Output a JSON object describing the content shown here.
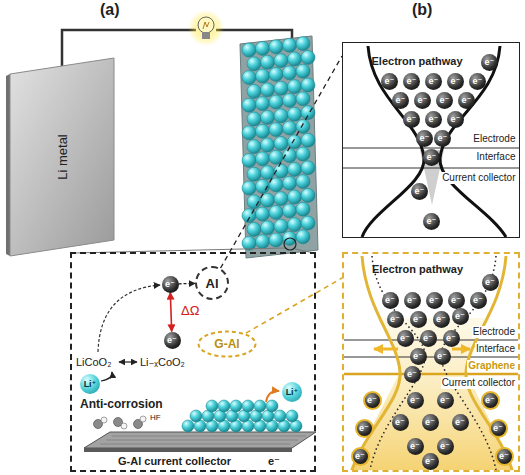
{
  "diagram": {
    "nodes": [
      {
        "text": [
          "Li metal"
        ]
      },
      {
        "text": [
          "LiCoO₂",
          "Li₋ₓCoO₂",
          "Anti-corrosion",
          "HF",
          "G-Al current collector",
          "e⁻"
        ]
      },
      {
        "text": [
          "e⁻"
        ],
        "in": 1
      },
      {
        "text": [
          "Al"
        ],
        "in": 1
      },
      {
        "text": [
          "e⁻"
        ],
        "in": 1
      },
      {
        "text": [
          "G-Al"
        ],
        "in": 1
      },
      {
        "text": [
          "Li⁺"
        ],
        "in": 1
      },
      {
        "text": [
          "Li⁺"
        ],
        "in": 1
      },
      {
        "text": [
          "Electron pathway",
          "Electrode",
          "Interface",
          "Current collector"
        ]
      },
      {
        "text": [
          "e⁻"
        ],
        "in": 8
      },
      {
        "text": [
          "e⁻"
        ],
        "in": 8
      },
      {
        "text": [
          "e⁻"
        ],
        "in": 8
      },
      {
        "text": [
          "e⁻"
        ],
        "in": 8
      },
      {
        "text": [
          "e⁻"
        ],
        "in": 8
      },
      {
        "text": [
          "e⁻"
        ],
        "in": 8
      },
      {
        "text": [
          "e⁻"
        ],
        "in": 8
      },
      {
        "text": [
          "e⁻"
        ],
        "in": 8
      },
      {
        "text": [
          "e⁻"
        ],
        "in": 8
      },
      {
        "text": [
          "e⁻"
        ],
        "in": 8
      },
      {
        "text": [
          "e⁻"
        ],
        "in": 8
      },
      {
        "text": [
          "e⁻"
        ],
        "in": 8
      },
      {
        "text": [
          "e⁻"
        ],
        "in": 8
      },
      {
        "text": [
          "e⁻"
        ],
        "in": 8
      },
      {
        "text": [
          "e⁻"
        ],
        "in": 8
      },
      {
        "text": [
          "e⁻"
        ],
        "in": 8
      },
      {
        "text": [
          "e⁻"
        ],
        "in": 8
      },
      {
        "text": [
          "e⁻"
        ],
        "in": 8
      },
      {
        "text": [
          "Electron pathway",
          "Electrode",
          "Interface",
          "Graphene",
          "Current collector"
        ]
      },
      {
        "text": [
          "e⁻"
        ],
        "in": 27
      },
      {
        "text": [
          "e⁻"
        ],
        "in": 27
      },
      {
        "text": [
          "e⁻"
        ],
        "in": 27
      },
      {
        "text": [
          "e⁻"
        ],
        "in": 27
      },
      {
        "text": [
          "e⁻"
        ],
        "in": 27
      },
      {
        "text": [
          "e⁻"
        ],
        "in": 27
      },
      {
        "text": [
          "e⁻"
        ],
        "in": 27
      },
      {
        "text": [
          "e⁻"
        ],
        "in": 27
      },
      {
        "text": [
          "e⁻"
        ],
        "in": 27
      },
      {
        "text": [
          "e⁻"
        ],
        "in": 27
      },
      {
        "text": [
          "e⁻"
        ],
        "in": 27
      },
      {
        "text": [
          "e⁻"
        ],
        "in": 27
      },
      {
        "text": [
          "e⁻"
        ],
        "in": 27
      },
      {
        "text": [
          "e⁻"
        ],
        "in": 27
      },
      {
        "text": [
          "e⁻"
        ],
        "in": 27
      },
      {
        "text": [
          "e⁻"
        ],
        "in": 27
      },
      {
        "text": [
          "e⁻"
        ],
        "in": 27
      },
      {
        "text": [
          "e⁻"
        ],
        "in": 27
      },
      {
        "text": [
          "e⁻"
        ],
        "in": 27
      },
      {
        "text": [
          "e⁻"
        ],
        "in": 27
      },
      {
        "text": [
          "e⁻"
        ],
        "in": 27
      },
      {
        "text": [
          "e⁻"
        ],
        "in": 27
      },
      {
        "text": [
          "e⁻"
        ],
        "in": 27
      },
      {
        "text": [
          "e⁻"
        ],
        "in": 27
      },
      {
        "text": [
          "e⁻"
        ],
        "in": 27
      },
      {
        "text": [
          "e⁻"
        ],
        "in": 27
      },
      {
        "text": [
          "e⁻"
        ],
        "in": 27
      },
      {
        "text": [
          "e⁻"
        ],
        "in": 27
      },
      {
        "text": [
          "e⁻"
        ],
        "in": 27
      },
      {
        "text": [
          "e⁻"
        ],
        "in": 27
      }
    ],
    "edges": [
      {
        "from": 2,
        "to": 3,
        "arrow": "to"
      },
      {
        "from": 2,
        "to": 4,
        "label": "ΔΩ",
        "arrow": "both"
      },
      {
        "from": 3,
        "to": 8,
        "arrow": "none"
      },
      {
        "from": 5,
        "to": 27,
        "arrow": "none"
      }
    ],
    "labels": [
      "(a)",
      "(b)"
    ]
  }
}
